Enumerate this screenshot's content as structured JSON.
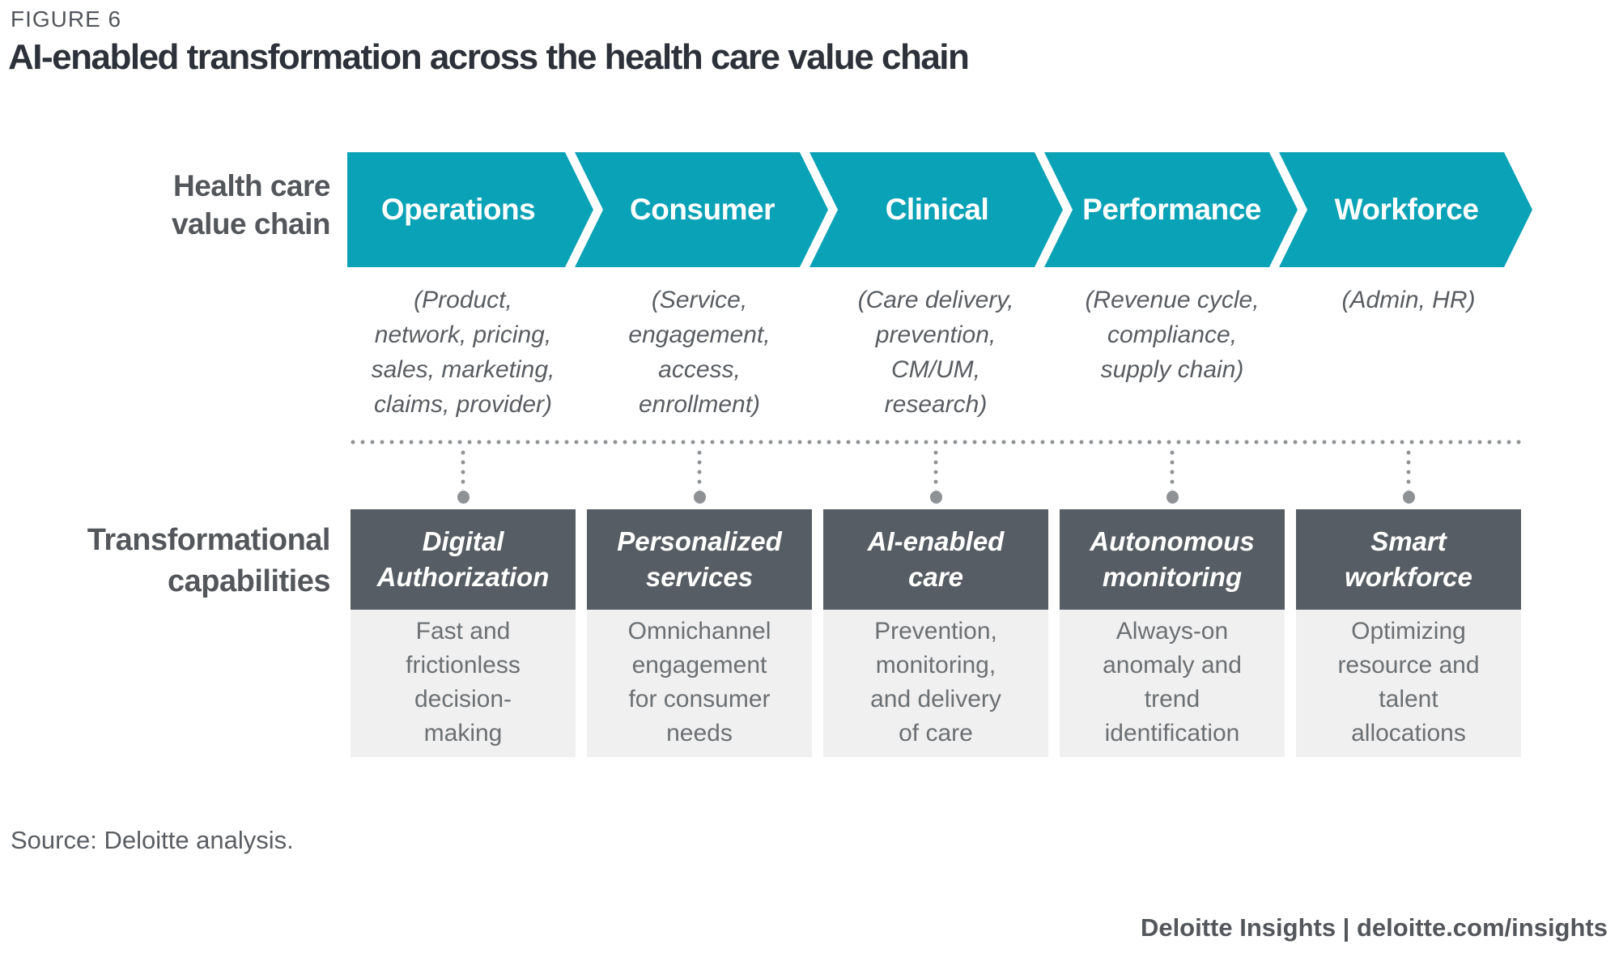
{
  "figure_label": "FIGURE 6",
  "title": "AI-enabled transformation across the health care value chain",
  "colors": {
    "teal": "#0AA2B6",
    "dark_gray": "#575D64",
    "light_gray": "#F0F0F0",
    "text_gray": "#53565A"
  },
  "value_chain": {
    "row_label": "Health care\nvalue chain",
    "stages": [
      {
        "name": "Operations",
        "scope": "(Product,\nnetwork, pricing,\nsales, marketing,\nclaims, provider)"
      },
      {
        "name": "Consumer",
        "scope": "(Service,\nengagement,\naccess,\nenrollment)"
      },
      {
        "name": "Clinical",
        "scope": "(Care delivery,\nprevention,\nCM/UM,\nresearch)"
      },
      {
        "name": "Performance",
        "scope": "(Revenue cycle,\ncompliance,\nsupply chain)"
      },
      {
        "name": "Workforce",
        "scope": "(Admin, HR)"
      }
    ]
  },
  "capabilities": {
    "row_label": "Transformational\ncapabilities",
    "items": [
      {
        "title": "Digital\nAuthorization",
        "description": "Fast and\nfrictionless\ndecision-\nmaking"
      },
      {
        "title": "Personalized\nservices",
        "description": "Omnichannel\nengagement\nfor consumer\nneeds"
      },
      {
        "title": "AI-enabled\ncare",
        "description": "Prevention,\nmonitoring,\nand delivery\nof care"
      },
      {
        "title": "Autonomous\nmonitoring",
        "description": "Always-on\nanomaly and\ntrend\nidentification"
      },
      {
        "title": "Smart\nworkforce",
        "description": "Optimizing\nresource and\ntalent\nallocations"
      }
    ]
  },
  "source": "Source: Deloitte analysis.",
  "footer": "Deloitte Insights | deloitte.com/insights"
}
